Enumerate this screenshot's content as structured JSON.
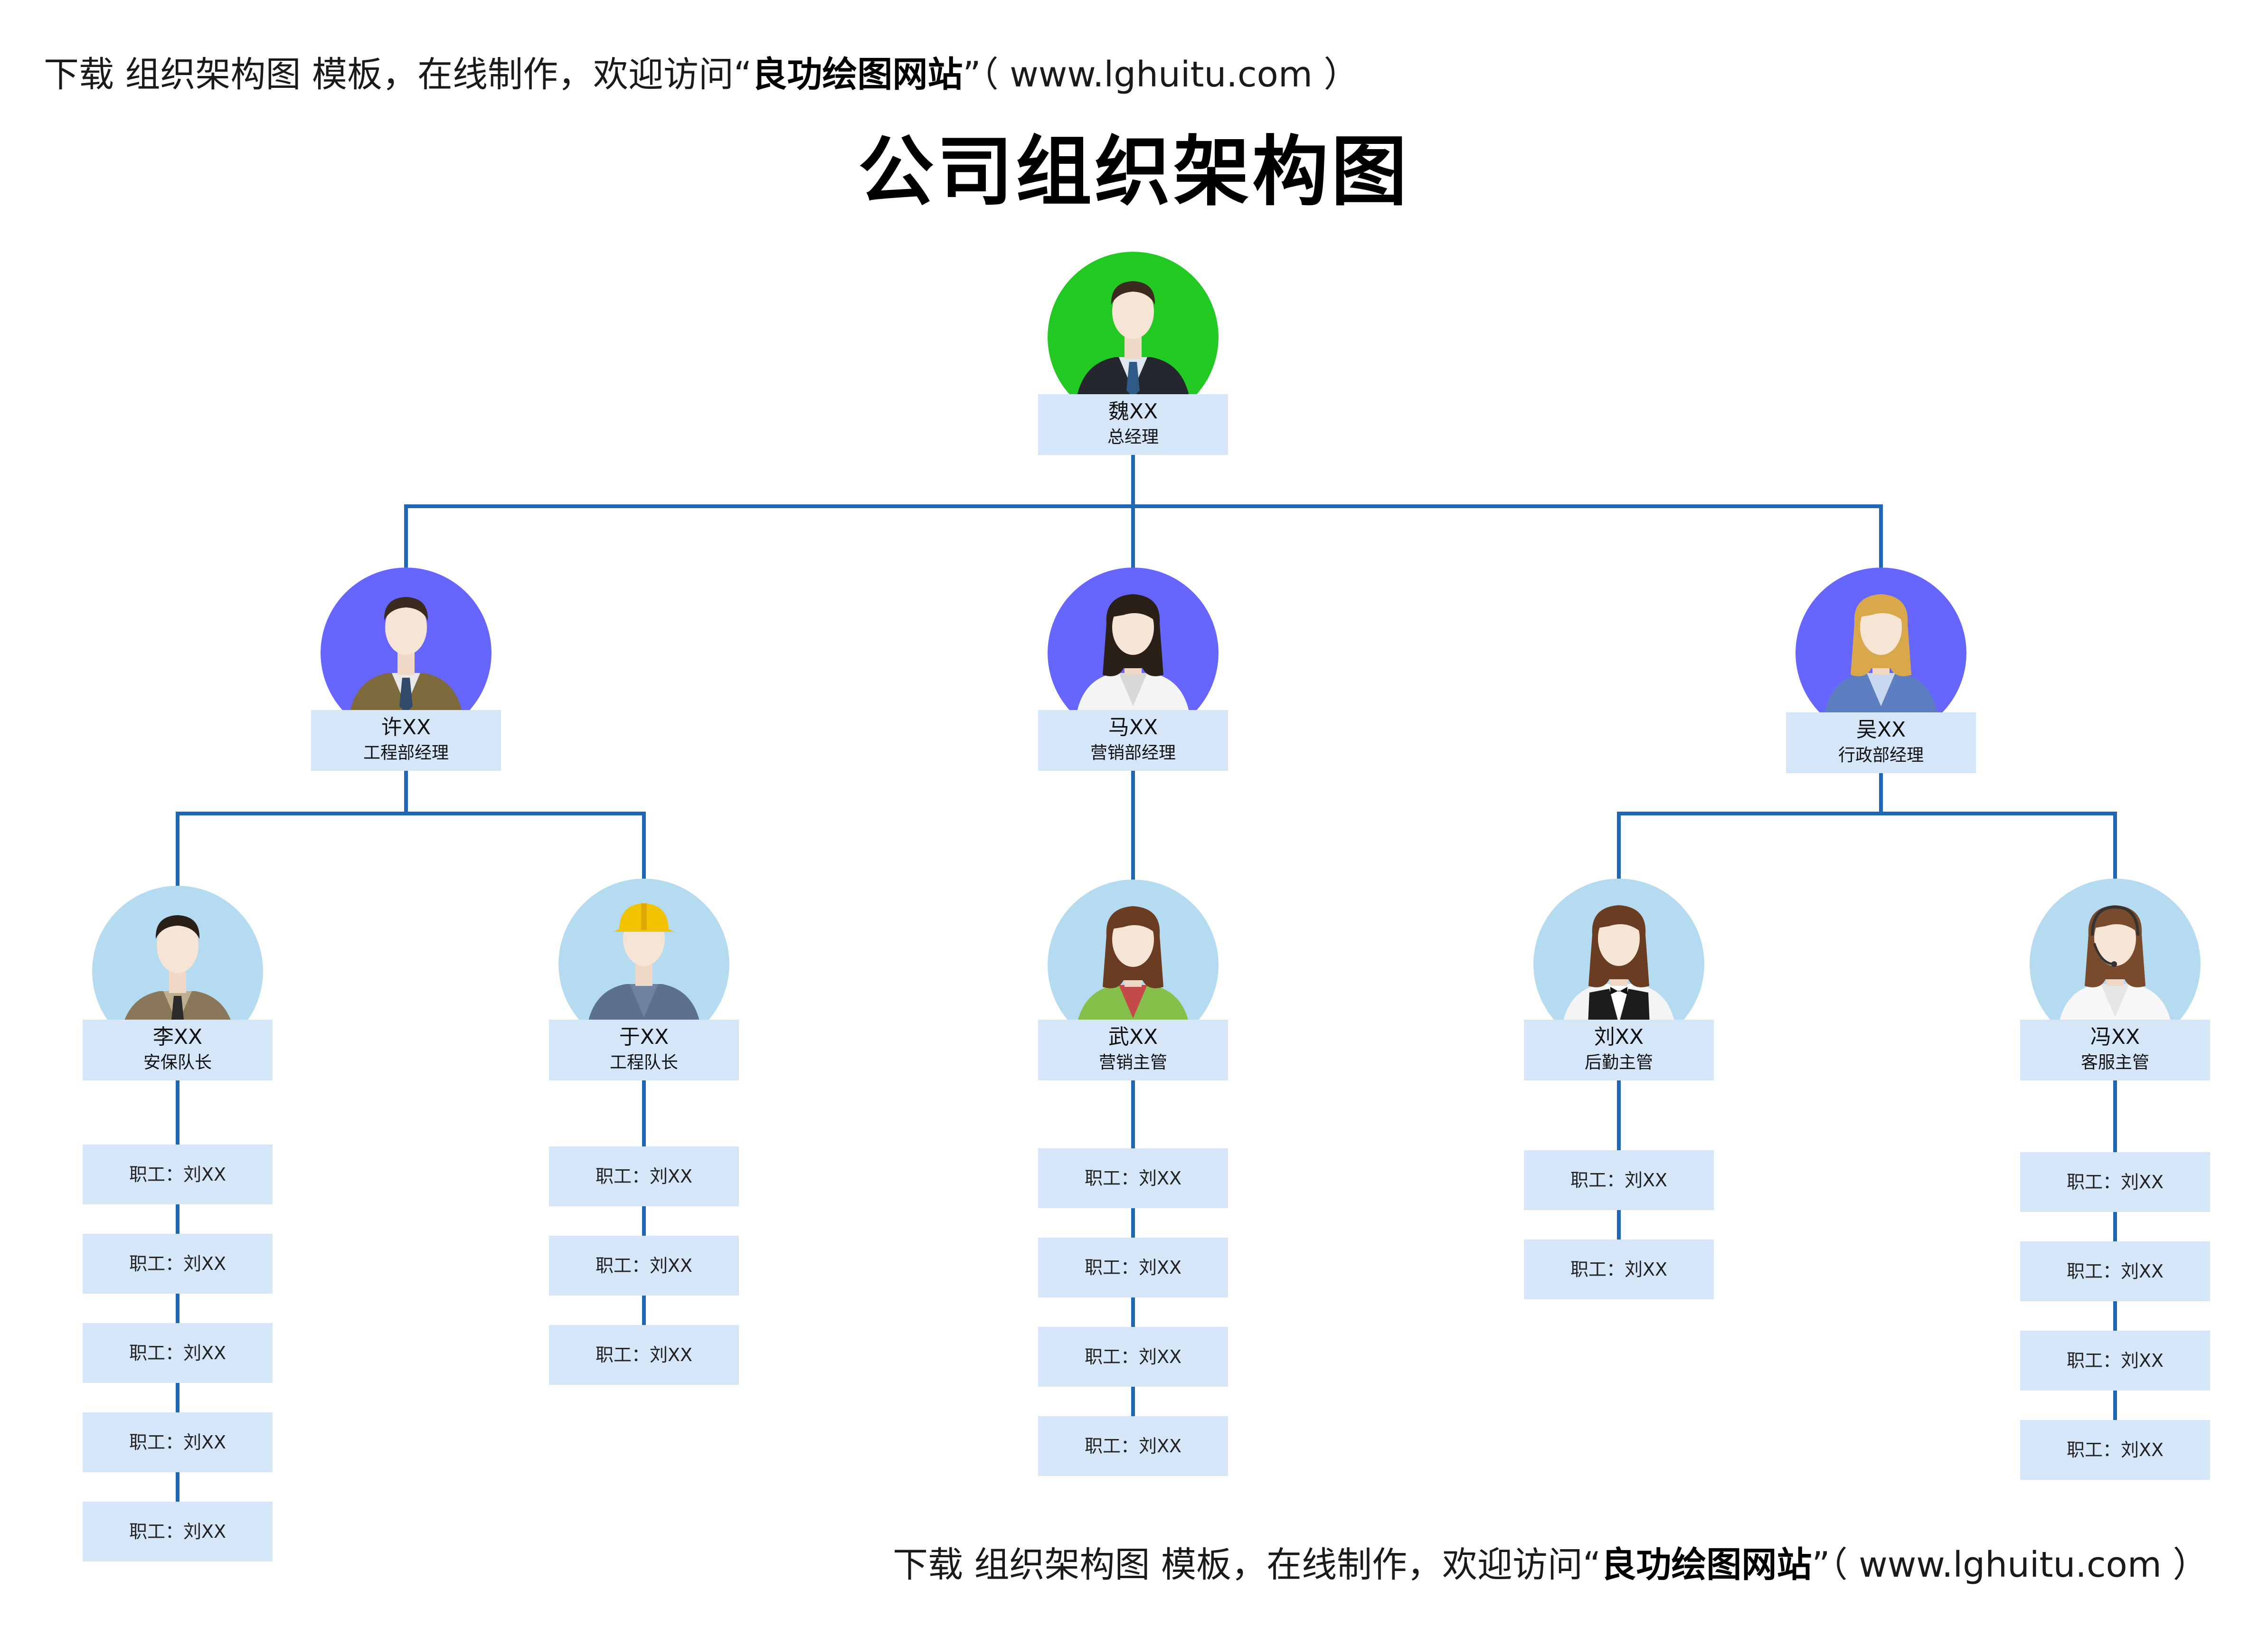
{
  "promo": {
    "prefix": "下载 组织架构图 模板，在线制作，欢迎访问“",
    "brand": "良功绘图网站",
    "suffix": "”（ www.lghuitu.com ）"
  },
  "title": "公司组织架构图",
  "colors": {
    "connector": "#1f66b5",
    "label_bg": "#d5e6f8",
    "root_circle": "#22c922",
    "manager_circle": "#6666ff",
    "lead_circle": "#b4dbef"
  },
  "org": {
    "root": {
      "name": "魏XX",
      "role": "总经理",
      "avatar": "businessman-icon"
    },
    "managers": [
      {
        "name": "许XX",
        "role": "工程部经理",
        "avatar": "businessman-icon"
      },
      {
        "name": "马XX",
        "role": "营销部经理",
        "avatar": "businesswoman-icon"
      },
      {
        "name": "吴XX",
        "role": "行政部经理",
        "avatar": "businesswoman-icon"
      }
    ],
    "leads": [
      {
        "name": "李XX",
        "role": "安保队长",
        "avatar": "security-guard-icon",
        "staff": [
          "职工：刘XX",
          "职工：刘XX",
          "职工：刘XX",
          "职工：刘XX",
          "职工：刘XX"
        ]
      },
      {
        "name": "于XX",
        "role": "工程队长",
        "avatar": "construction-worker-icon",
        "staff": [
          "职工：刘XX",
          "职工：刘XX",
          "职工：刘XX"
        ]
      },
      {
        "name": "武XX",
        "role": "营销主管",
        "avatar": "businesswoman-icon",
        "staff": [
          "职工：刘XX",
          "职工：刘XX",
          "职工：刘XX",
          "职工：刘XX"
        ]
      },
      {
        "name": "刘XX",
        "role": "后勤主管",
        "avatar": "waiter-icon",
        "staff": [
          "职工：刘XX",
          "职工：刘XX"
        ]
      },
      {
        "name": "冯XX",
        "role": "客服主管",
        "avatar": "customer-service-icon",
        "staff": [
          "职工：刘XX",
          "职工：刘XX",
          "职工：刘XX",
          "职工：刘XX"
        ]
      }
    ]
  }
}
